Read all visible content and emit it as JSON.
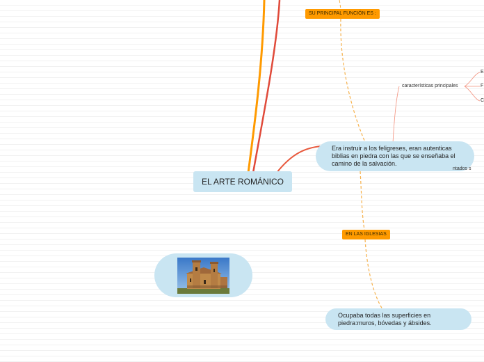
{
  "central_topic": "EL ARTE ROMÁNICO",
  "main_function_label": "SU PRINCIPAL FUNCIÓN ES :",
  "main_function_text": "Era instruir a los feligreses, eran autenticas biblias en piedra con las que se enseñaba el camino de la salvación.",
  "features_label": "características principales",
  "feature_items": [
    "E",
    "F",
    "C"
  ],
  "partial_text": "ntados s",
  "churches_label": "EN LAS IGLESIAS",
  "churches_text": "Ocupaba todas las superficies en piedra:muros, bóvedas y ábsides.",
  "image_alt": "Romanesque church",
  "colors": {
    "node_fill": "#c9e5f2",
    "orange": "#ff9a00",
    "red_link": "#e04a3a",
    "orange_link": "#ff9a00",
    "dashed_link": "#f6b14b",
    "thin_link": "#f3907c"
  }
}
